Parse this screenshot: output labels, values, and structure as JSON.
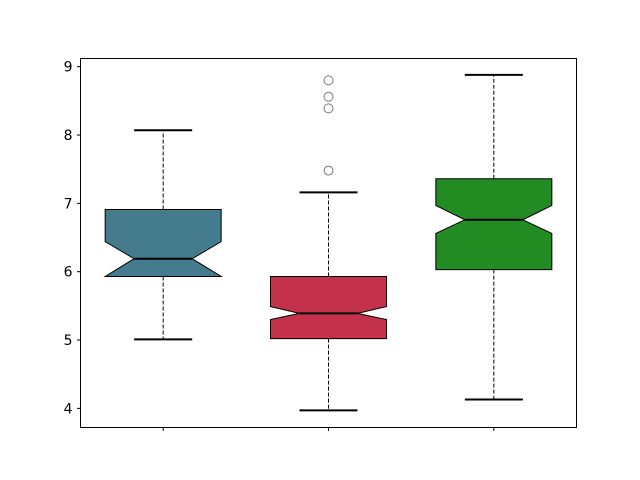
{
  "chart_data": {
    "type": "boxplot",
    "notched": true,
    "title": "",
    "xlabel": "",
    "ylabel": "",
    "ylim": [
      3.72,
      9.12
    ],
    "yticks": [
      "4",
      "5",
      "6",
      "7",
      "8",
      "9"
    ],
    "grid": false,
    "boxes": [
      {
        "color": "#447b8d",
        "whisker_low": 5.01,
        "q1": 5.93,
        "median": 6.19,
        "q3": 6.91,
        "whisker_high": 8.07,
        "notch_low": 5.93,
        "notch_high": 6.44,
        "outliers": []
      },
      {
        "color": "#c4314a",
        "whisker_low": 3.97,
        "q1": 5.02,
        "median": 5.39,
        "q3": 5.93,
        "whisker_high": 7.16,
        "notch_low": 5.3,
        "notch_high": 5.49,
        "outliers": [
          7.48,
          8.39,
          8.56,
          8.8
        ]
      },
      {
        "color": "#228b22",
        "whisker_low": 4.13,
        "q1": 6.03,
        "median": 6.76,
        "q3": 7.36,
        "whisker_high": 8.88,
        "notch_low": 6.56,
        "notch_high": 6.97,
        "outliers": []
      }
    ]
  }
}
